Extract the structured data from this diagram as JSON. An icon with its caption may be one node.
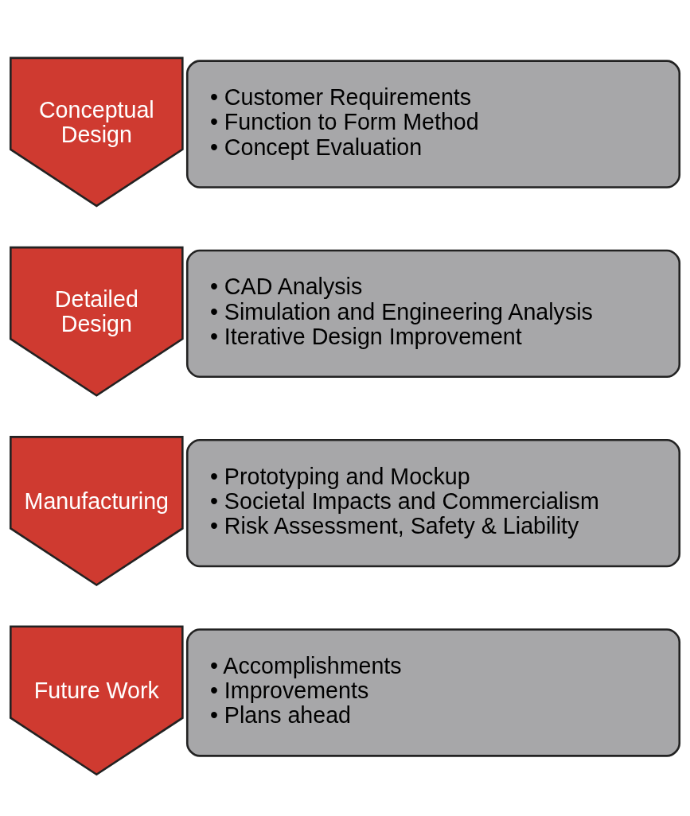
{
  "diagram": {
    "nodes": [
      {
        "text": [
          "Conceptual Design"
        ]
      },
      {
        "text": [
          "• Customer Requirements",
          "• Function to Form Method",
          "• Concept Evaluation"
        ]
      },
      {
        "text": [
          "Detailed Design"
        ]
      },
      {
        "text": [
          "• CAD Analysis",
          "• Simulation and Engineering Analysis",
          "• Iterative Design Improvement"
        ]
      },
      {
        "text": [
          "Manufacturing"
        ]
      },
      {
        "text": [
          "• Prototyping and Mockup",
          "• Societal Impacts and Commercialism",
          "• Risk Assessment, Safety & Liability"
        ]
      },
      {
        "text": [
          "Future Work"
        ]
      },
      {
        "text": [
          "• Accomplishments",
          "• Improvements",
          "• Plans ahead"
        ]
      }
    ],
    "edges": []
  }
}
